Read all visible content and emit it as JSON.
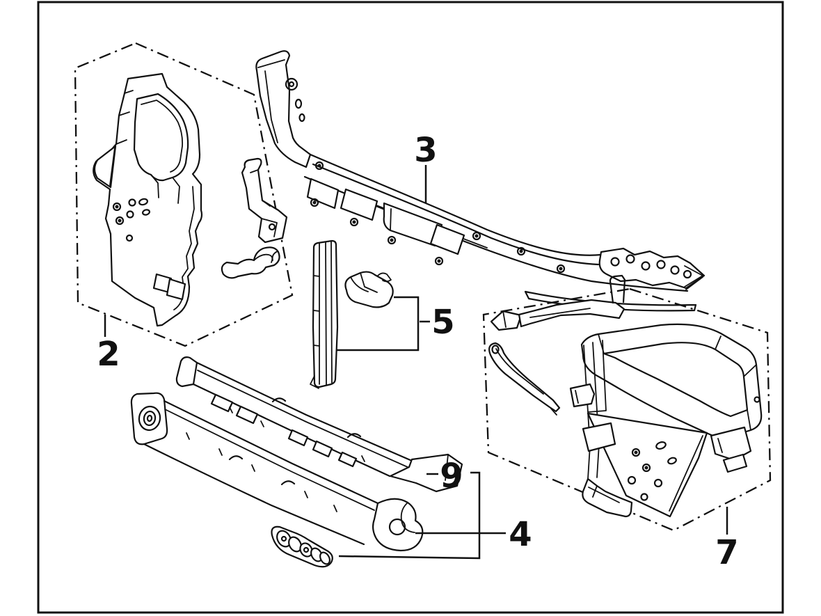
{
  "colors": {
    "background": "#ffffff",
    "ink": "#111111"
  },
  "diagram": {
    "type": "exploded-parts-line-drawing",
    "callouts": [
      {
        "label": "2"
      },
      {
        "label": "3"
      },
      {
        "label": "5"
      },
      {
        "label": "9"
      },
      {
        "label": "4"
      },
      {
        "label": "7"
      }
    ]
  }
}
